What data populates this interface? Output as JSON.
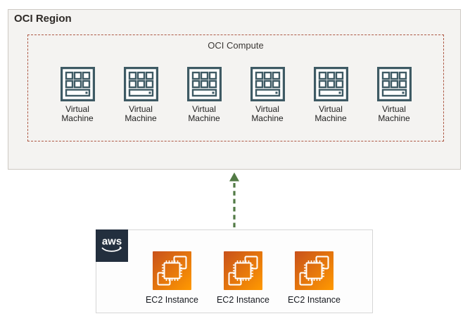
{
  "oci_region": {
    "title": "OCI Region",
    "compute": {
      "title": "OCI Compute",
      "vms": [
        {
          "line1": "Virtual",
          "line2": "Machine"
        },
        {
          "line1": "Virtual",
          "line2": "Machine"
        },
        {
          "line1": "Virtual",
          "line2": "Machine"
        },
        {
          "line1": "Virtual",
          "line2": "Machine"
        },
        {
          "line1": "Virtual",
          "line2": "Machine"
        },
        {
          "line1": "Virtual",
          "line2": "Machine"
        }
      ]
    }
  },
  "connection": {
    "direction": "up",
    "style": "dashed",
    "color": "#527a45"
  },
  "aws_cloud": {
    "logo_text": "aws",
    "instances": [
      {
        "label": "EC2 Instance"
      },
      {
        "label": "EC2 Instance"
      },
      {
        "label": "EC2 Instance"
      }
    ]
  },
  "colors": {
    "oci_region_bg": "#f4f3f1",
    "oci_region_border": "#cdc9c3",
    "oci_compute_dashed_border": "#ad5844",
    "vm_icon_stroke": "#3e5a64",
    "arrow_green": "#527a45",
    "aws_navy": "#232f3e",
    "aws_box_border": "#d6d6d6",
    "ec2_gradient_start": "#c8511b",
    "ec2_gradient_end": "#ff9900"
  }
}
